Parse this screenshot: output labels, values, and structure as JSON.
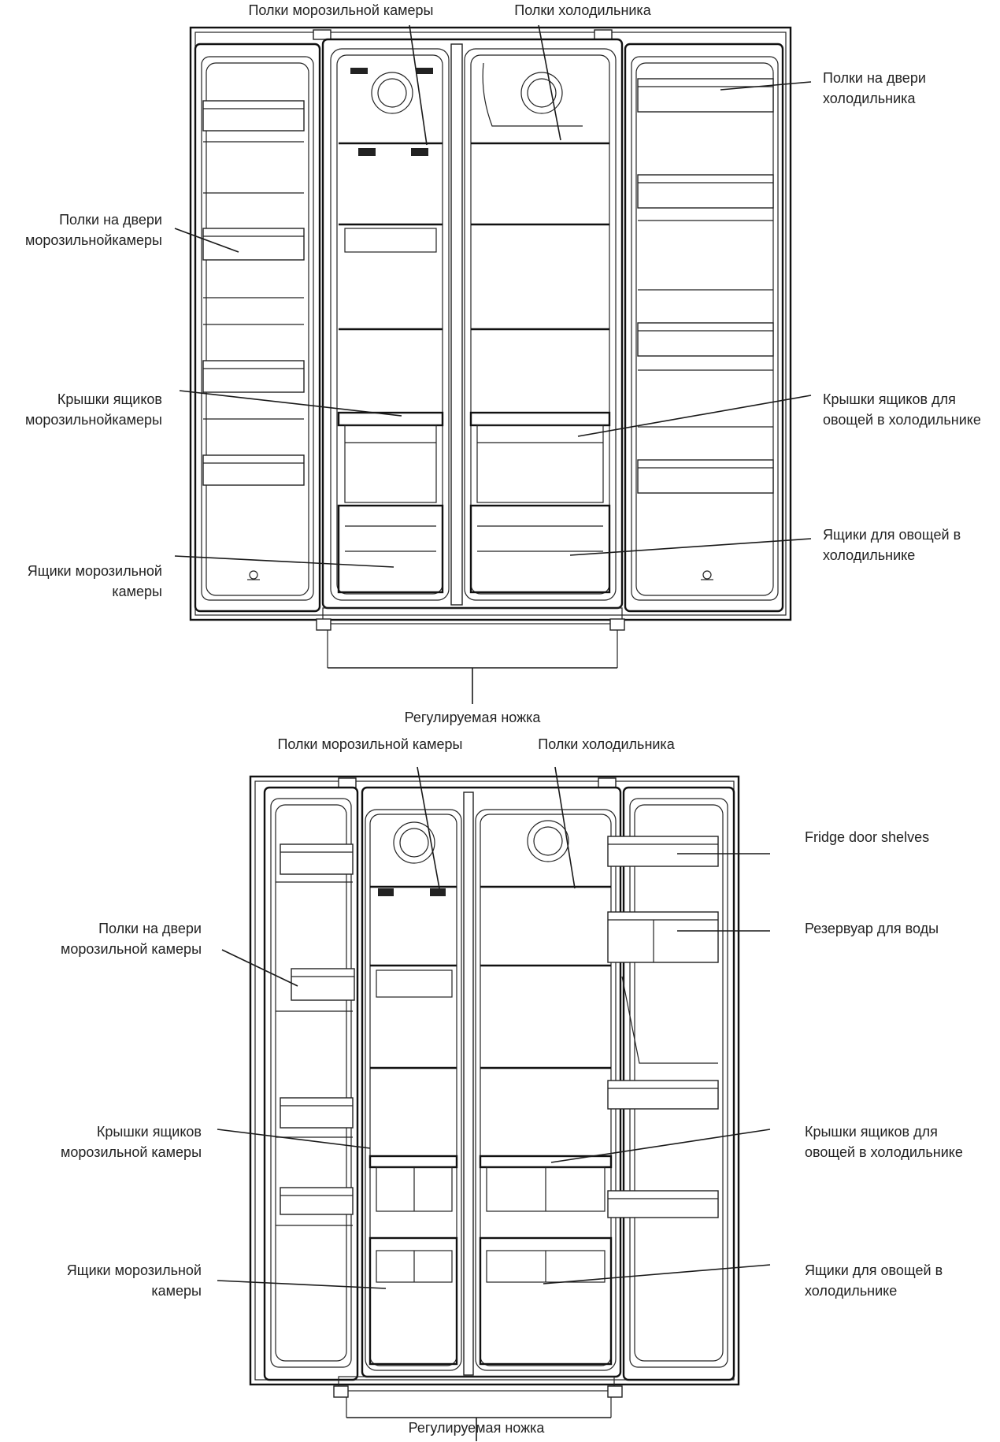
{
  "top": {
    "freezer_shelves": "Полки морозильной камеры",
    "fridge_shelves": "Полки холодильника",
    "fridge_door_shelves": [
      "Полки на двери",
      "холодильника"
    ],
    "freezer_door_shelves": [
      "Полки на двери",
      "морозильнойкамеры"
    ],
    "freezer_drawer_covers": [
      "Крышки ящиков",
      "морозильнойкамеры"
    ],
    "crisper_covers": [
      "Крышки ящиков для",
      "овощей в холодильнике"
    ],
    "freezer_drawers": [
      "Ящики морозильной",
      "камеры"
    ],
    "crisper_drawers": [
      "Ящики для овощей в",
      "холодильнике"
    ],
    "adjustable_foot": "Регулируемая ножка"
  },
  "bottom": {
    "freezer_shelves": "Полки морозильной камеры",
    "fridge_shelves": "Полки холодильника",
    "fridge_door_shelves": "Fridge door shelves",
    "water_tank": "Резервуар для воды",
    "freezer_door_shelves": [
      "Полки на двери",
      "морозильной камеры"
    ],
    "freezer_drawer_covers": [
      "Крышки ящиков",
      "морозильной камеры"
    ],
    "crisper_covers": [
      "Крышки ящиков для",
      "овощей в холодильнике"
    ],
    "freezer_drawers": [
      "Ящики морозильной",
      "камеры"
    ],
    "crisper_drawers": [
      "Ящики для овощей в",
      "холодильнике"
    ],
    "adjustable_foot": "Регулируемая ножка"
  }
}
